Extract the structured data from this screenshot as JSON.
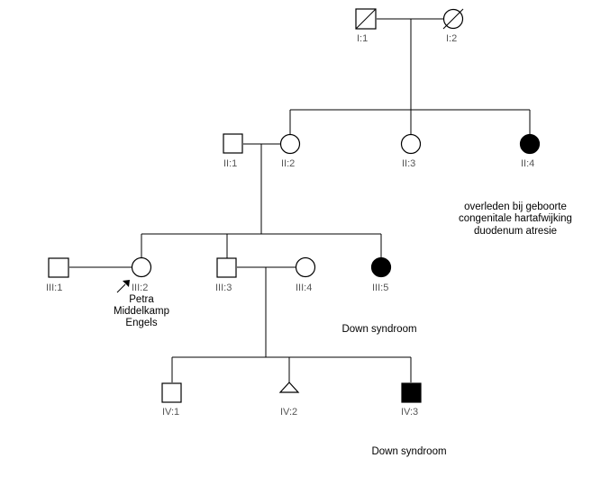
{
  "individuals": {
    "I1": {
      "label": "I:1",
      "sex": "male",
      "affected": false,
      "deceased": true
    },
    "I2": {
      "label": "I:2",
      "sex": "female",
      "affected": false,
      "deceased": true
    },
    "II1": {
      "label": "II:1",
      "sex": "male",
      "affected": false
    },
    "II2": {
      "label": "II:2",
      "sex": "female",
      "affected": false
    },
    "II3": {
      "label": "II:3",
      "sex": "female",
      "affected": false
    },
    "II4": {
      "label": "II:4",
      "sex": "female",
      "affected": true
    },
    "III1": {
      "label": "III:1",
      "sex": "male",
      "affected": false
    },
    "III2": {
      "label": "III:2",
      "sex": "female",
      "affected": false,
      "proband": true
    },
    "III3": {
      "label": "III:3",
      "sex": "male",
      "affected": false
    },
    "III4": {
      "label": "III:4",
      "sex": "female",
      "affected": false
    },
    "III5": {
      "label": "III:5",
      "sex": "female",
      "affected": true
    },
    "IV1": {
      "label": "IV:1",
      "sex": "male",
      "affected": false
    },
    "IV2": {
      "label": "IV:2",
      "sex": "unknown",
      "affected": false
    },
    "IV3": {
      "label": "IV:3",
      "sex": "male",
      "affected": true
    }
  },
  "notes": {
    "ii4_line1": "overleden bij geboorte",
    "ii4_line2": "congenitale hartafwijking",
    "ii4_line3": "duodenum atresie",
    "proband_line1": "Petra",
    "proband_line2": "Middelkamp",
    "proband_line3": "Engels",
    "iii5_condition": "Down syndroom",
    "iv3_condition": "Down syndroom"
  },
  "colors": {
    "line": "#000000",
    "affected_fill": "#000000",
    "unaffected_fill": "#ffffff",
    "label": "#555555"
  }
}
